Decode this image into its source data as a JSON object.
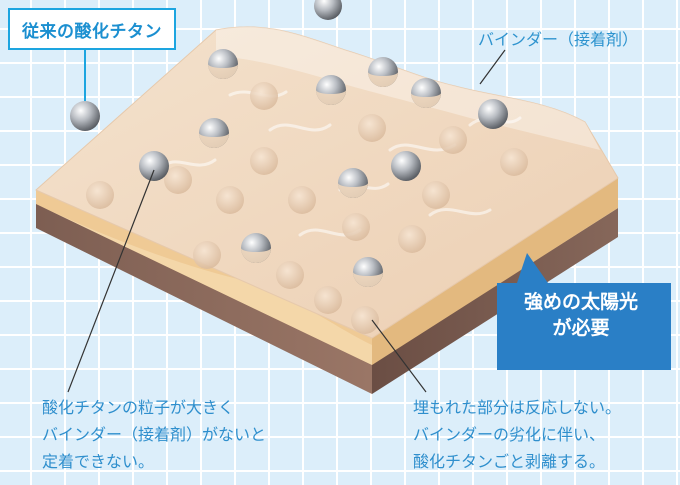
{
  "title": "従来の酸化チタン",
  "binder_label": "バインダー（接着剤）",
  "callout_lines": [
    "強めの太陽光",
    "が必要"
  ],
  "note_left_lines": [
    "酸化チタンの粒子が大きく",
    "バインダー（接着剤）がないと",
    "定着できない。"
  ],
  "note_right_lines": [
    "埋もれた部分は反応しない。",
    "バインダーの劣化に伴い、",
    "酸化チタンごと剥離する。"
  ],
  "colors": {
    "accent_blue": "#1da5e0",
    "text_blue": "#2f8fcd",
    "callout_fill": "#2a7fc6",
    "binder_surface": "#f2dcc4",
    "binder_side": "#edc58c",
    "substrate_side": "#8e6b5c"
  }
}
